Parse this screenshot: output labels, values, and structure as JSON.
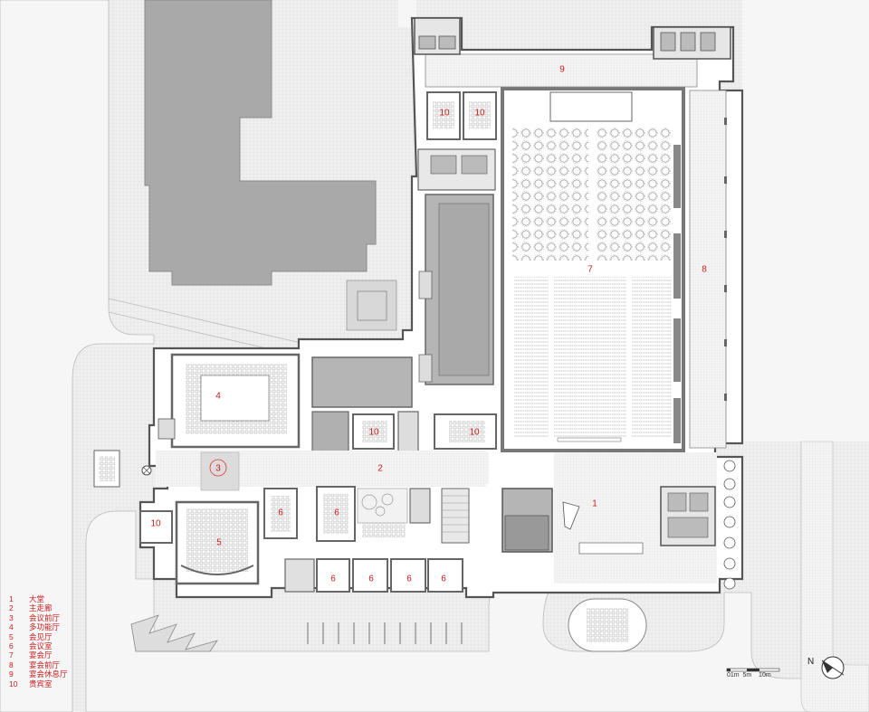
{
  "room_numbers": {
    "r1": "1",
    "r2": "2",
    "r3": "3",
    "r4": "4",
    "r5": "5",
    "r6a": "6",
    "r6b": "6",
    "r6c": "6",
    "r6d": "6",
    "r6e": "6",
    "r6f": "6",
    "r7": "7",
    "r8": "8",
    "r9": "9",
    "r10a": "10",
    "r10b": "10",
    "r10c": "10",
    "r10d": "10",
    "r10e": "10"
  },
  "legend": [
    {
      "num": "1",
      "name": "大堂"
    },
    {
      "num": "2",
      "name": "主走廊"
    },
    {
      "num": "3",
      "name": "会议前厅"
    },
    {
      "num": "4",
      "name": "多功能厅"
    },
    {
      "num": "5",
      "name": "会见厅"
    },
    {
      "num": "6",
      "name": "会议室"
    },
    {
      "num": "7",
      "name": "宴会厅"
    },
    {
      "num": "8",
      "name": "宴会前厅"
    },
    {
      "num": "9",
      "name": "宴会休息厅"
    },
    {
      "num": "10",
      "name": "贵宾室"
    }
  ],
  "scale_bar": {
    "ticks": [
      "0",
      "1m",
      "5m",
      "10m"
    ]
  },
  "north_label": "N",
  "colors": {
    "room_label": "#c81e1e",
    "wall": "#8c8c8c",
    "building": "#a8a8a8",
    "paving": "#ececec",
    "road": "#f6f6f6"
  }
}
